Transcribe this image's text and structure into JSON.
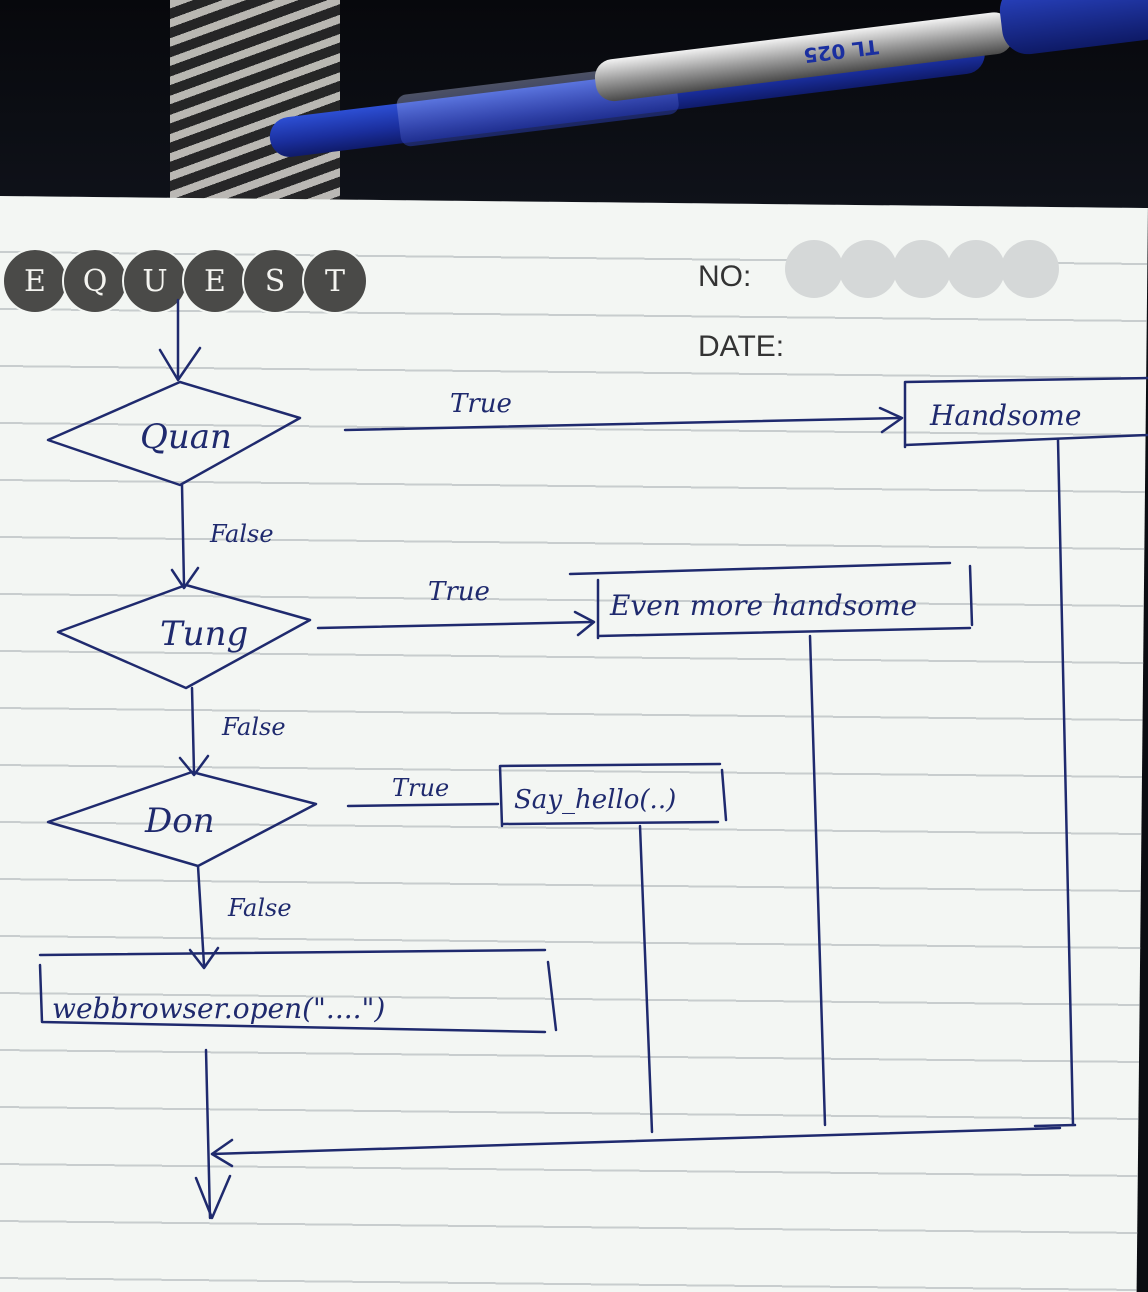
{
  "header": {
    "logo_letters": [
      "E",
      "Q",
      "U",
      "E",
      "S",
      "T"
    ],
    "no_label": "NO:",
    "date_label": "DATE:"
  },
  "pen": {
    "brand_text": "TL 025"
  },
  "flowchart": {
    "decisions": [
      {
        "label": "Quan",
        "true_label": "True",
        "false_label": "False"
      },
      {
        "label": "Tung",
        "true_label": "True",
        "false_label": "False"
      },
      {
        "label": "Don",
        "true_label": "True",
        "false_label": "False"
      }
    ],
    "actions": {
      "quan_true": "Handsome",
      "tung_true": "Even more handsome",
      "don_true": "Say_hello(..)",
      "default": "webbrowser.open(\"....\")"
    }
  },
  "colors": {
    "ink": "#1f2a6e",
    "paper": "#f3f6f3",
    "logo": "#4a4a48"
  }
}
